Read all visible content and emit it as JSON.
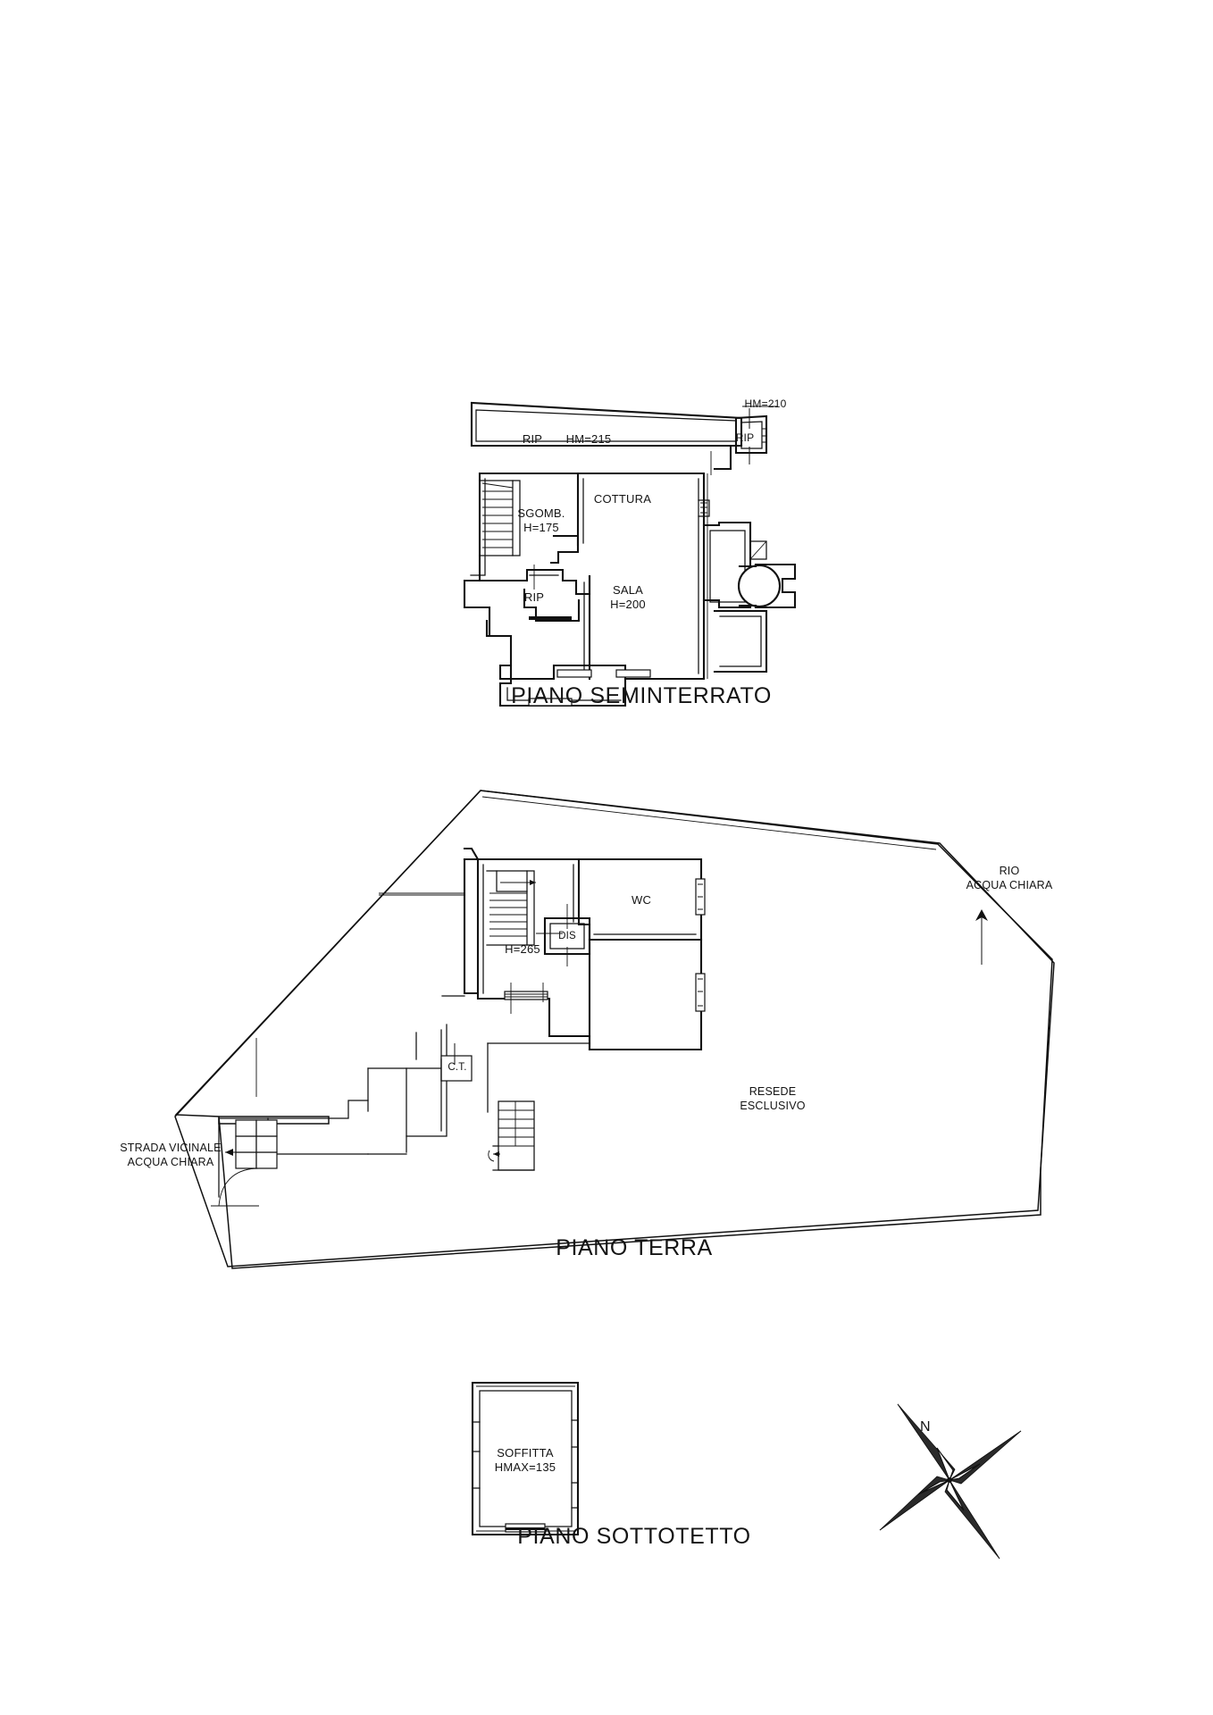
{
  "document": {
    "kind": "architectural-floor-plan",
    "language": "it"
  },
  "floors": [
    {
      "id": "seminterrato",
      "title": "PIANO SEMINTERRATO",
      "rooms": [
        {
          "name": "RIP",
          "height_note": "HM=215"
        },
        {
          "name": "RIP",
          "height_note": "HM=210"
        },
        {
          "name": "SGOMB.",
          "height_note": "H=175"
        },
        {
          "name": "COTTURA",
          "height_note": ""
        },
        {
          "name": "RIP",
          "height_note": ""
        },
        {
          "name": "SALA",
          "height_note": "H=200"
        }
      ]
    },
    {
      "id": "terra",
      "title": "PIANO TERRA",
      "rooms": [
        {
          "name": "",
          "height_note": "H=265"
        },
        {
          "name": "WC",
          "height_note": ""
        },
        {
          "name": "DIS",
          "height_note": ""
        },
        {
          "name": "C.T.",
          "height_note": ""
        }
      ],
      "site_labels": [
        {
          "name": "RIO\nACQUA CHIARA"
        },
        {
          "name": "STRADA VICINALE\nACQUA CHIARA"
        },
        {
          "name": "RESEDE\nESCLUSIVO"
        }
      ]
    },
    {
      "id": "sottotetto",
      "title": "PIANO SOTTOTETTO",
      "rooms": [
        {
          "name": "SOFFITTA",
          "height_note": "HMAX=135"
        }
      ]
    }
  ],
  "labels": {
    "seminterrato_title": "PIANO SEMINTERRATO",
    "terra_title": "PIANO TERRA",
    "sottotetto_title": "PIANO SOTTOTETTO",
    "rip_top": "RIP",
    "hm215": "HM=215",
    "hm210": "HM=210",
    "rip_corner": "RIP",
    "sgomb": "SGOMB.",
    "h175": "H=175",
    "cottura": "COTTURA",
    "rip_mid": "RIP",
    "sala": "SALA",
    "h200": "H=200",
    "h265": "H=265",
    "wc": "WC",
    "dis": "DIS",
    "ct": "C.T.",
    "rio": "RIO",
    "rio2": "ACQUA CHIARA",
    "strada": "STRADA VICINALE",
    "strada2": "ACQUA CHIARA",
    "resede": "RESEDE",
    "resede2": "ESCLUSIVO",
    "soffitta": "SOFFITTA",
    "hmax135": "HMAX=135",
    "north": "N"
  },
  "colors": {
    "ink": "#111111",
    "paper": "#ffffff"
  }
}
